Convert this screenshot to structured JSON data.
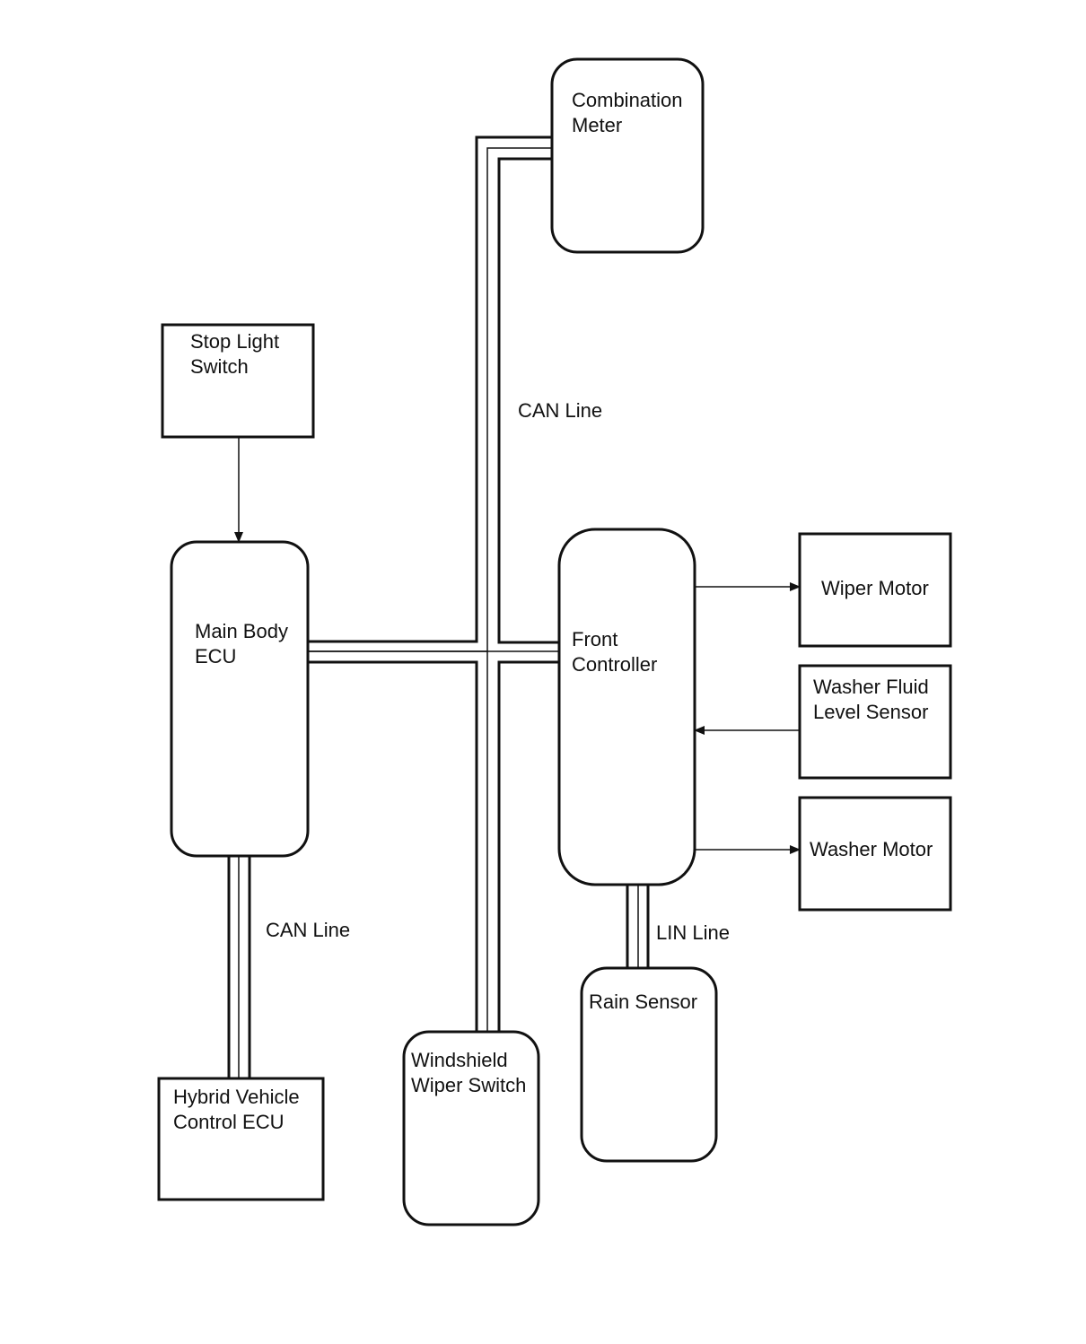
{
  "nodes": {
    "combination_meter": {
      "line1": "Combination",
      "line2": "Meter"
    },
    "stop_light_switch": {
      "line1": "Stop Light",
      "line2": "Switch"
    },
    "main_body_ecu": {
      "line1": "Main Body",
      "line2": "ECU"
    },
    "front_controller": {
      "line1": "Front",
      "line2": "Controller"
    },
    "wiper_motor": {
      "line1": "Wiper Motor"
    },
    "washer_fluid_level_sensor": {
      "line1": "Washer Fluid",
      "line2": "Level Sensor"
    },
    "washer_motor": {
      "line1": "Washer Motor"
    },
    "rain_sensor": {
      "line1": "Rain Sensor"
    },
    "windshield_wiper_switch": {
      "line1": "Windshield",
      "line2": "Wiper Switch"
    },
    "hybrid_vehicle_control_ecu": {
      "line1": "Hybrid Vehicle",
      "line2": "Control ECU"
    }
  },
  "connection_labels": {
    "can_line_upper": "CAN Line",
    "can_line_lower": "CAN Line",
    "lin_line": "LIN Line"
  },
  "colors": {
    "stroke": "#111111",
    "background": "#ffffff"
  }
}
